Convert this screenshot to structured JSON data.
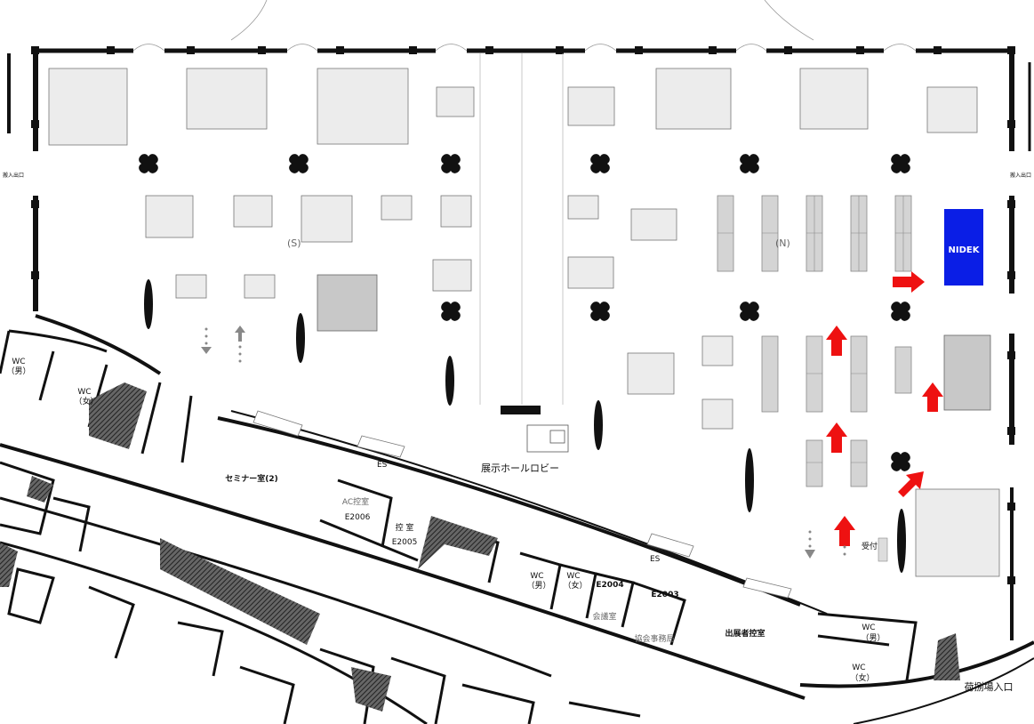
{
  "colors": {
    "booth_fill": "#ececec",
    "booth_stroke": "#777777",
    "dark_booth_fill": "#c8c8c8",
    "wall": "#111111",
    "hatch": "#444444",
    "nidek": "#0a1ee6",
    "arrow": "#ee1111",
    "gray_arrow": "#888888"
  },
  "labels": {
    "zone_s": "(S)",
    "zone_n": "(N)",
    "nidek": "NIDEK",
    "lobby": "展示ホールロビー",
    "seminar": "セミナー室(2)",
    "es": "ES",
    "ac_room": "AC控室",
    "e2006": "E2006",
    "hikae": "控 室",
    "e2005": "E2005",
    "e2004": "E2004",
    "e2003": "E2003",
    "kaigi": "会議室",
    "kyokai": "協会事務局",
    "exhibitor": "出展者控室",
    "wc": "WC",
    "men": "（男）",
    "women": "（女）",
    "uketsuke": "受付",
    "loading": "荷捌場入口",
    "entrance": "搬入出口"
  },
  "icons": [
    "route-arrow-icon",
    "down-arrow-icon",
    "up-arrow-icon",
    "column-icon"
  ]
}
